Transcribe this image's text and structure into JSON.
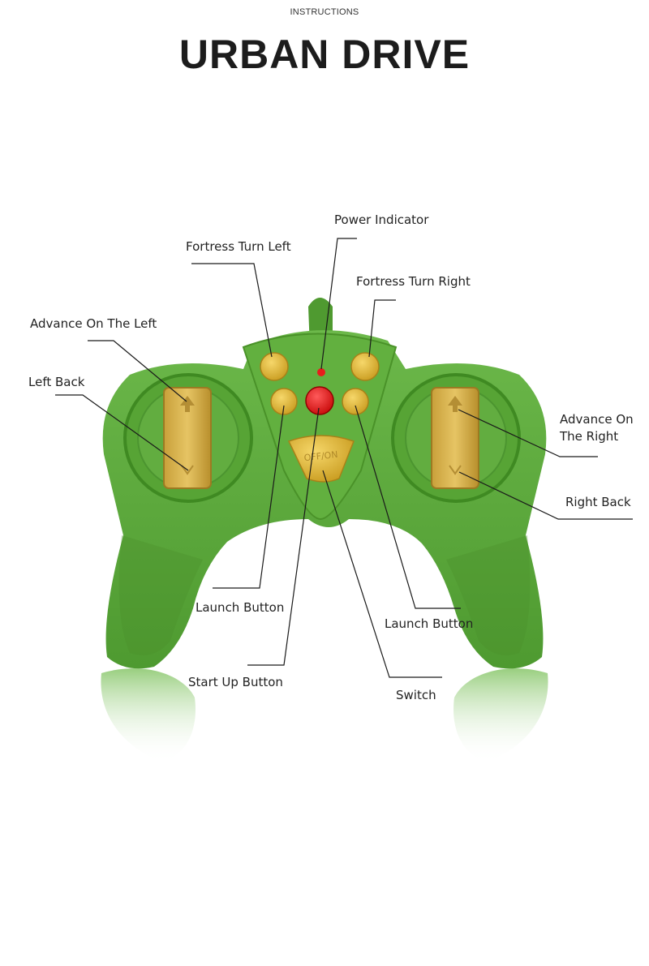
{
  "header": {
    "kicker": "INSTRUCTIONS",
    "title": "URBAN DRIVE"
  },
  "controller": {
    "switch_button_text": "OFF/ON",
    "body_color": "#5aa637",
    "button_color": "#e0b83a",
    "power_color": "#e81c1c"
  },
  "labels": {
    "power_indicator": "Power Indicator",
    "fortress_turn_left": "Fortress Turn Left",
    "fortress_turn_right": "Fortress Turn Right",
    "advance_on_the_left": "Advance On The Left",
    "left_back": "Left Back",
    "advance_on_the_right_line1": "Advance On",
    "advance_on_the_right_line2": "The Right",
    "right_back": "Right Back",
    "launch_button_left": "Launch Button",
    "launch_button_right": "Launch Button",
    "start_up_button": "Start Up Button",
    "switch": "Switch"
  }
}
